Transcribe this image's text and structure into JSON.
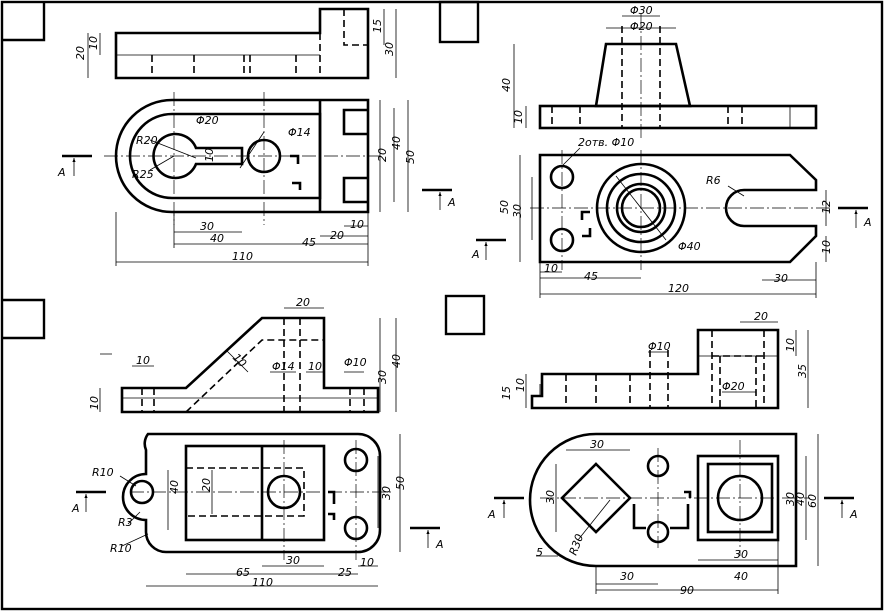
{
  "section_label": "A",
  "panel1": {
    "dims": [
      "20",
      "10",
      "15",
      "30",
      "Φ20",
      "Φ14",
      "R20",
      "R25",
      "10",
      "20",
      "40",
      "50",
      "30",
      "40",
      "45",
      "20",
      "10",
      "110"
    ]
  },
  "panel2": {
    "dims": [
      "Φ30",
      "Φ20",
      "40",
      "10",
      "2отв. Φ10",
      "R6",
      "50",
      "30",
      "12",
      "10",
      "Φ40",
      "10",
      "45",
      "30",
      "120"
    ]
  },
  "panel3": {
    "dims": [
      "20",
      "10",
      "10",
      "Φ14",
      "10",
      "Φ10",
      "30",
      "40",
      "10",
      "R10",
      "40",
      "20",
      "30",
      "50",
      "R3",
      "R10",
      "65",
      "30",
      "25",
      "10",
      "110"
    ]
  },
  "panel4": {
    "dims": [
      "20",
      "Φ10",
      "10",
      "35",
      "15",
      "10",
      "Φ20",
      "30",
      "30",
      "R30",
      "5",
      "30",
      "40",
      "60",
      "30",
      "30",
      "40",
      "90"
    ]
  }
}
